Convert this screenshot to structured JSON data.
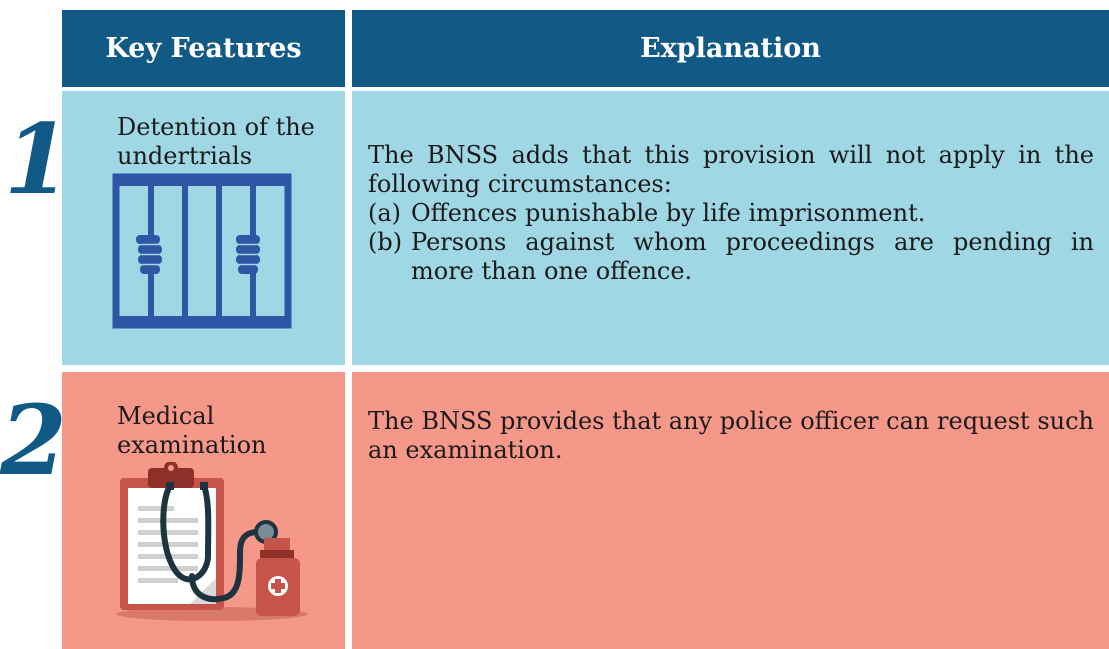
{
  "header": {
    "col1": "Key Features",
    "col2": "Explanation"
  },
  "rows": [
    {
      "number": "1",
      "feature": "Detention of the undertrials",
      "icon": "jail-bars-icon",
      "explanation": {
        "intro": "The BNSS adds that this provision will not apply in the following circumstances:",
        "items": [
          {
            "marker": "(a)",
            "text": "Offences punishable by life imprisonment."
          },
          {
            "marker": "(b)",
            "text": "Persons against whom proceedings are pending in more than one offence."
          }
        ]
      }
    },
    {
      "number": "2",
      "feature": "Medical examination",
      "icon": "medical-clipboard-stethoscope-icon",
      "explanation": {
        "intro": "The BNSS provides that any police officer can request such an examination."
      }
    }
  ],
  "colors": {
    "header": "#115a86",
    "row1": "#a0d7e5",
    "row2": "#f5988a",
    "numeral": "#115a86"
  }
}
